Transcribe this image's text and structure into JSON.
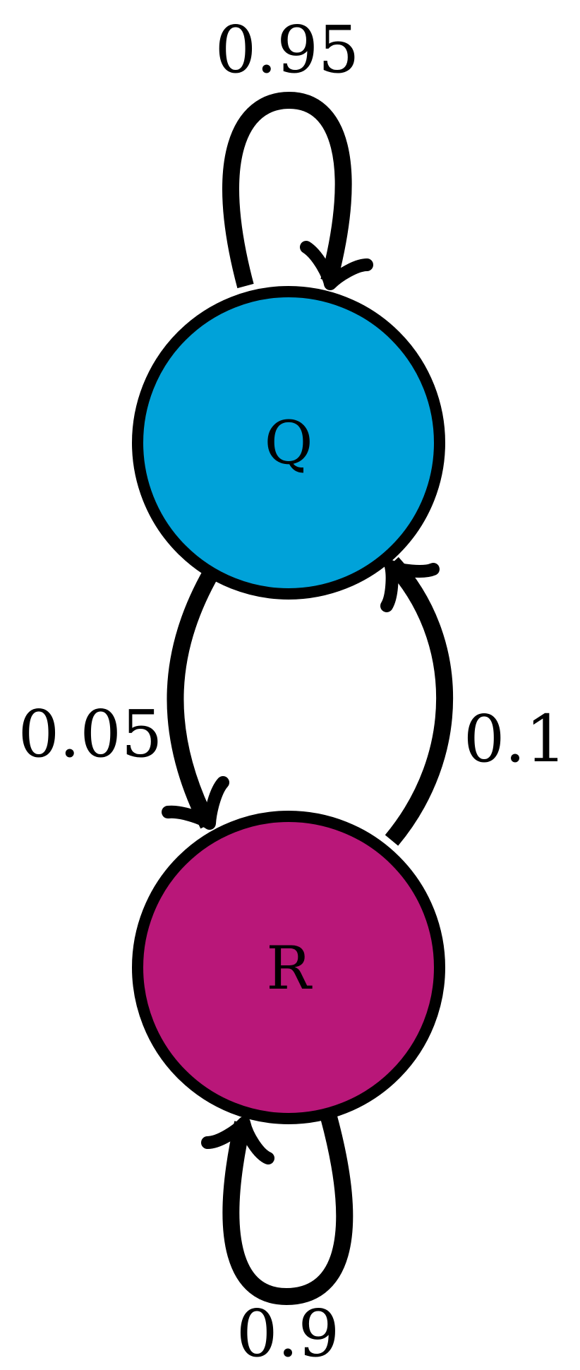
{
  "nodes": [
    {
      "id": "Q",
      "label": "Q",
      "color": "#00A2D9"
    },
    {
      "id": "R",
      "label": "R",
      "color": "#B91779"
    }
  ],
  "edges": [
    {
      "from": "Q",
      "to": "Q",
      "label": "0.95"
    },
    {
      "from": "Q",
      "to": "R",
      "label": "0.05"
    },
    {
      "from": "R",
      "to": "Q",
      "label": "0.1"
    },
    {
      "from": "R",
      "to": "R",
      "label": "0.9"
    }
  ],
  "colors": {
    "stroke": "#000000",
    "background": "#FFFFFF"
  }
}
